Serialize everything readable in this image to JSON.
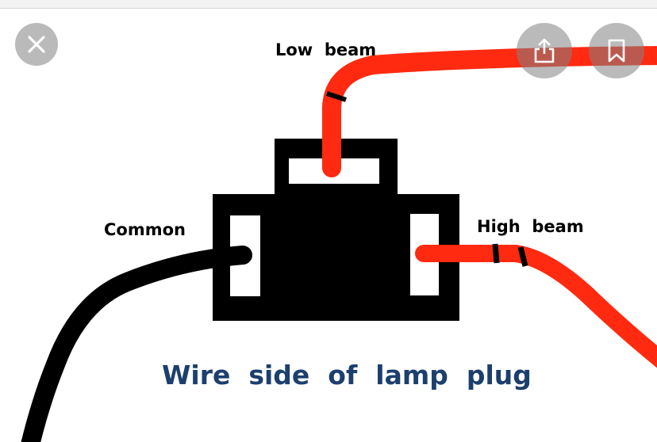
{
  "toolbar": {
    "close_icon": "close-icon",
    "share_icon": "share-icon",
    "bookmark_icon": "bookmark-icon"
  },
  "diagram": {
    "labels": {
      "low_beam": "Low  beam",
      "high_beam": "High  beam",
      "common": "Common"
    },
    "caption": "Wire  side  of  lamp  plug",
    "colors": {
      "red_wire": "#ff2a10",
      "black_wire": "#000000",
      "plug_body": "#000000",
      "caption": "#1c3f6e"
    }
  }
}
